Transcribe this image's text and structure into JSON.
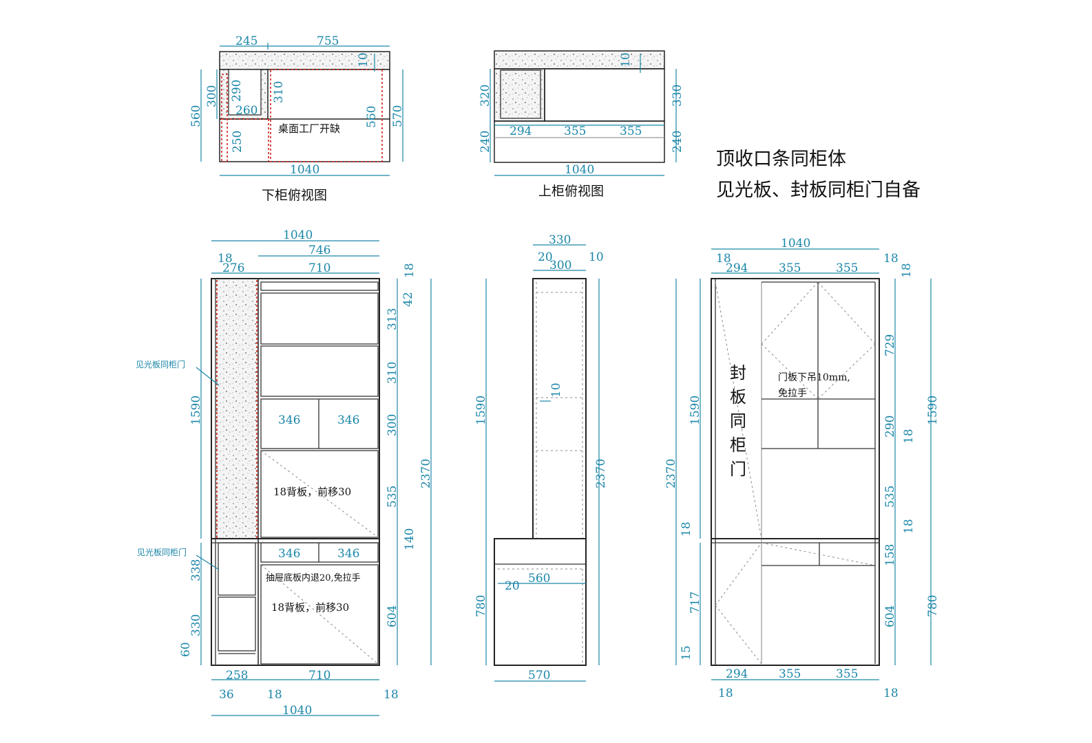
{
  "notes": {
    "top_line": "顶收口条同柜体",
    "second_line": "见光板、封板同柜门自备"
  },
  "lower_plan": {
    "title": "下柜俯视图",
    "dims": {
      "a": "245",
      "b": "755",
      "c": "10",
      "d": "300",
      "e": "290",
      "f": "310",
      "g": "560",
      "h": "260",
      "i": "560",
      "j": "570",
      "k": "250",
      "w": "1040"
    },
    "cutout_label": "桌面工厂开缺"
  },
  "upper_plan": {
    "title": "上柜俯视图",
    "dims": {
      "a": "10",
      "b": "320",
      "c": "330",
      "d": "294",
      "e": "355",
      "f": "355",
      "g": "240",
      "h": "240",
      "w": "1040"
    }
  },
  "front_left": {
    "dims": {
      "overall_top": "1040",
      "inner_top": "746",
      "s18": "18",
      "s276": "276",
      "s710": "710",
      "r18": "18",
      "r42": "42",
      "r313": "313",
      "r310": "310",
      "r300": "300",
      "r535": "535",
      "r140": "140",
      "r604": "604",
      "h1590": "1590",
      "h2370": "2370",
      "l338": "338",
      "l330": "330",
      "l60": "60",
      "d346a": "346",
      "d346b": "346",
      "d346c": "346",
      "d346d": "346",
      "b258": "258",
      "b710": "710",
      "b36": "36",
      "b18a": "18",
      "b18b": "18",
      "b1040": "1040"
    },
    "labels": {
      "side_panel_1": "见光板同柜门",
      "side_panel_2": "见光板同柜门",
      "back_upper": "18背板，前移30",
      "drawer_note": "抽屉底板内退20,免拉手",
      "back_lower": "18背板，前移30"
    }
  },
  "side": {
    "dims": {
      "w330": "330",
      "s20": "20",
      "s300": "300",
      "s10": "10",
      "m10": "10",
      "h1590": "1590",
      "h2370": "2370",
      "h780": "780",
      "d560": "560",
      "d20": "20",
      "b570": "570"
    }
  },
  "front_right": {
    "dims": {
      "w1040": "1040",
      "t18a": "18",
      "t294": "294",
      "t355a": "355",
      "t355b": "355",
      "t18b": "18",
      "t18c": "18",
      "r729": "729",
      "r290": "290",
      "r18a": "18",
      "r535": "535",
      "r18b": "18",
      "r158": "158",
      "r604": "604",
      "r1590": "1590",
      "r780": "780",
      "l1590": "1590",
      "l2370": "2370",
      "l18": "18",
      "l717": "717",
      "l15": "15",
      "b294": "294",
      "b355a": "355",
      "b355b": "355",
      "b18a": "18",
      "b18b": "18"
    },
    "labels": {
      "seal_chars": [
        "封",
        "板",
        "同",
        "柜",
        "门"
      ],
      "door_note_1": "门板下吊10mm,",
      "door_note_2": "免拉手"
    }
  }
}
